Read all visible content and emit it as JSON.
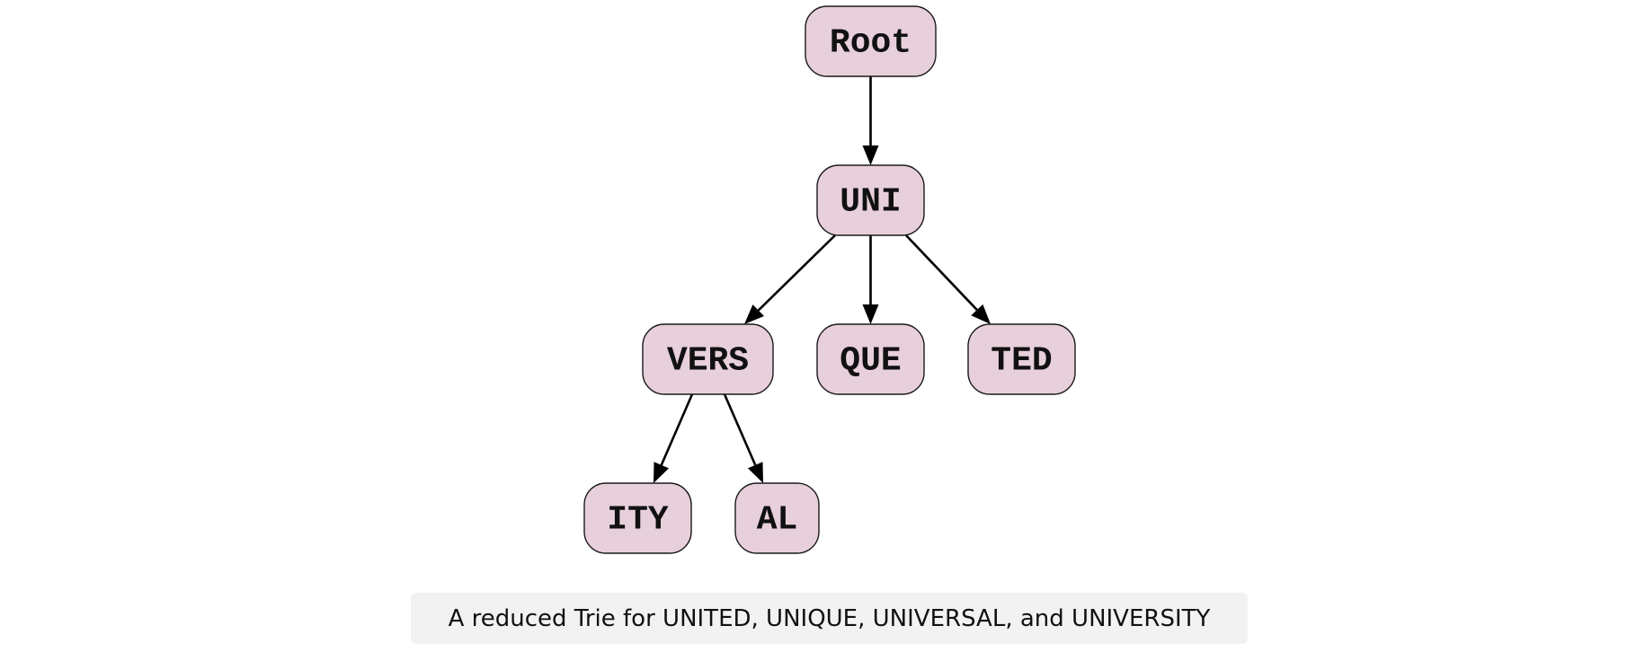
{
  "diagram": {
    "type": "trie",
    "nodes": [
      {
        "id": "root",
        "label": "Root"
      },
      {
        "id": "uni",
        "label": "UNI"
      },
      {
        "id": "vers",
        "label": "VERS"
      },
      {
        "id": "que",
        "label": "QUE"
      },
      {
        "id": "ted",
        "label": "TED"
      },
      {
        "id": "ity",
        "label": "ITY"
      },
      {
        "id": "al",
        "label": "AL"
      }
    ],
    "edges": [
      {
        "from": "root",
        "to": "uni"
      },
      {
        "from": "uni",
        "to": "vers"
      },
      {
        "from": "uni",
        "to": "que"
      },
      {
        "from": "uni",
        "to": "ted"
      },
      {
        "from": "vers",
        "to": "ity"
      },
      {
        "from": "vers",
        "to": "al"
      }
    ],
    "colors": {
      "node_fill": "#e8cfdc",
      "node_stroke": "#1a1a1a",
      "edge": "#000000",
      "caption_background": "#f2f2f2"
    }
  },
  "caption": "A reduced Trie for UNITED, UNIQUE, UNIVERSAL, and UNIVERSITY"
}
